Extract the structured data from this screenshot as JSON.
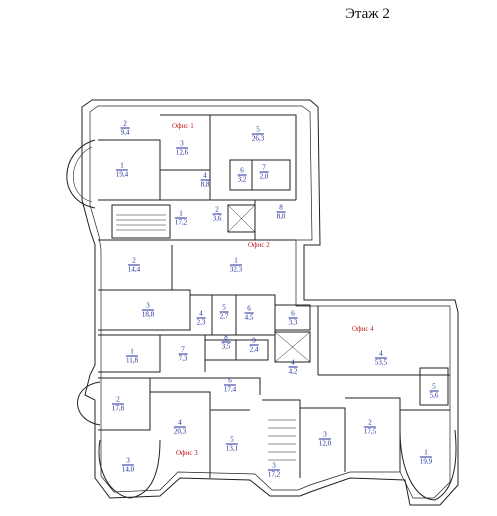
{
  "floor_title": "Этаж 2",
  "offices": [
    {
      "id": "o1",
      "label": "Офис 1"
    },
    {
      "id": "o2",
      "label": "Офис 2"
    },
    {
      "id": "o3",
      "label": "Офис 3"
    },
    {
      "id": "o4",
      "label": "Офис 4"
    }
  ],
  "rooms": [
    {
      "n": "2",
      "a": "9,4"
    },
    {
      "n": "3",
      "a": "12,6"
    },
    {
      "n": "5",
      "a": "26,3"
    },
    {
      "n": "1",
      "a": "19,4"
    },
    {
      "n": "4",
      "a": "8,8"
    },
    {
      "n": "6",
      "a": "3,2"
    },
    {
      "n": "7",
      "a": "2,0"
    },
    {
      "n": "1",
      "a": "17,2"
    },
    {
      "n": "2",
      "a": "3,6"
    },
    {
      "n": "8",
      "a": "8,0"
    },
    {
      "n": "2",
      "a": "14,4"
    },
    {
      "n": "1",
      "a": "32,3"
    },
    {
      "n": "3",
      "a": "18,8"
    },
    {
      "n": "5",
      "a": "2,7"
    },
    {
      "n": "4",
      "a": "2,3"
    },
    {
      "n": "6",
      "a": "4,5"
    },
    {
      "n": "6",
      "a": "3,3"
    },
    {
      "n": "1",
      "a": "11,8"
    },
    {
      "n": "7",
      "a": "7,3"
    },
    {
      "n": "8",
      "a": "3,5"
    },
    {
      "n": "9",
      "a": "2,4"
    },
    {
      "n": "4",
      "a": "53,5"
    },
    {
      "n": "4",
      "a": "4,2"
    },
    {
      "n": "2",
      "a": "17,8"
    },
    {
      "n": "6",
      "a": "17,4"
    },
    {
      "n": "5",
      "a": "5,6"
    },
    {
      "n": "4",
      "a": "20,3"
    },
    {
      "n": "2",
      "a": "17,5"
    },
    {
      "n": "3",
      "a": "12,0"
    },
    {
      "n": "5",
      "a": "13,1"
    },
    {
      "n": "1",
      "a": "19,9"
    },
    {
      "n": "3",
      "a": "14,0"
    },
    {
      "n": "3",
      "a": "17,2"
    }
  ]
}
